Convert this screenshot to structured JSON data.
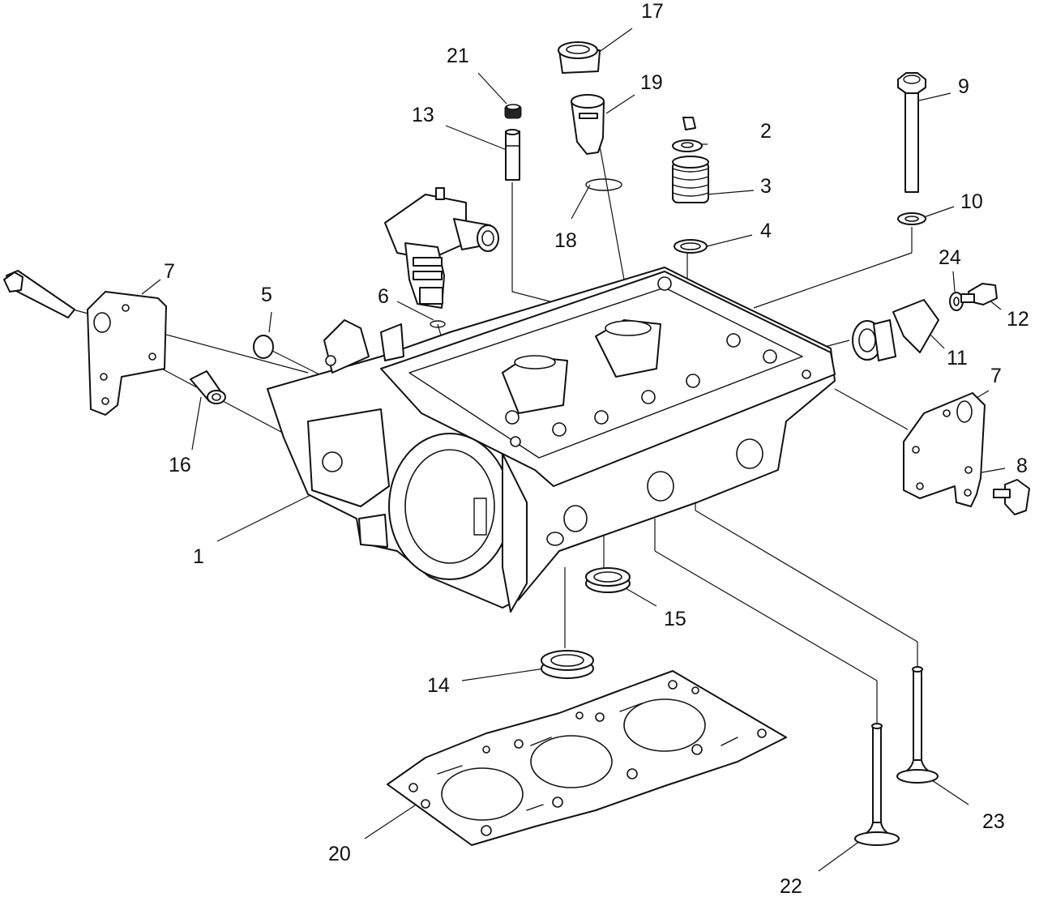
{
  "callouts": [
    {
      "id": "1",
      "label": "1"
    },
    {
      "id": "2",
      "label": "2"
    },
    {
      "id": "3",
      "label": "3"
    },
    {
      "id": "4",
      "label": "4"
    },
    {
      "id": "5",
      "label": "5"
    },
    {
      "id": "6",
      "label": "6"
    },
    {
      "id": "7a",
      "label": "7"
    },
    {
      "id": "7b",
      "label": "7"
    },
    {
      "id": "8",
      "label": "8"
    },
    {
      "id": "9",
      "label": "9"
    },
    {
      "id": "10",
      "label": "10"
    },
    {
      "id": "11",
      "label": "11"
    },
    {
      "id": "12",
      "label": "12"
    },
    {
      "id": "13",
      "label": "13"
    },
    {
      "id": "14",
      "label": "14"
    },
    {
      "id": "15",
      "label": "15"
    },
    {
      "id": "16",
      "label": "16"
    },
    {
      "id": "17",
      "label": "17"
    },
    {
      "id": "18",
      "label": "18"
    },
    {
      "id": "19",
      "label": "19"
    },
    {
      "id": "20",
      "label": "20"
    },
    {
      "id": "21",
      "label": "21"
    },
    {
      "id": "22",
      "label": "22"
    },
    {
      "id": "23",
      "label": "23"
    },
    {
      "id": "24",
      "label": "24"
    }
  ]
}
